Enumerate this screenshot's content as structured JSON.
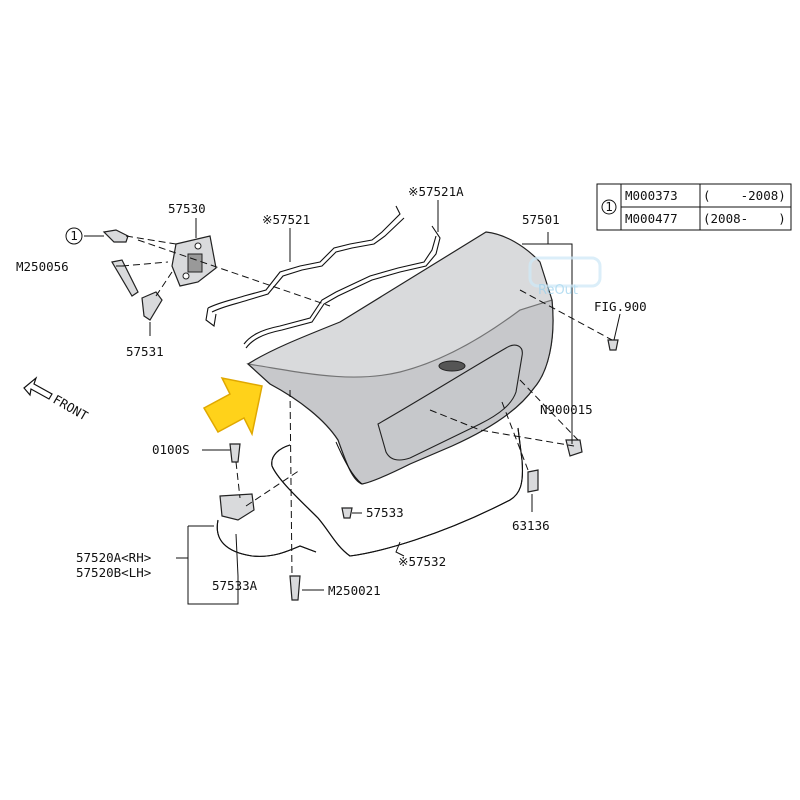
{
  "callouts": {
    "p57530": "57530",
    "p57521": "※57521",
    "p57521a": "※57521A",
    "p57501": "57501",
    "m250056": "M250056",
    "p57531": "57531",
    "fig900": "FIG.900",
    "front": "FRONT",
    "n900015": "N900015",
    "p0100s": "0100S",
    "p57533": "57533",
    "p63136": "63136",
    "p57532": "※57532",
    "p57520a": "57520A<RH>",
    "p57520b": "57520B<LH>",
    "p57533a": "57533A",
    "m250021": "M250021",
    "ref1": "1"
  },
  "applicability_table": {
    "marker": "1",
    "rows": [
      {
        "code": "M000373",
        "range": "(    -2008)"
      },
      {
        "code": "M000477",
        "range": "(2008-    )"
      }
    ]
  },
  "watermark": "ReOut",
  "colors": {
    "line": "#111111",
    "part_fill": "#d9dadc",
    "arrow_fill": "#ffd21a",
    "arrow_stroke": "#e0a800",
    "watermark": "#9fd3ee"
  }
}
